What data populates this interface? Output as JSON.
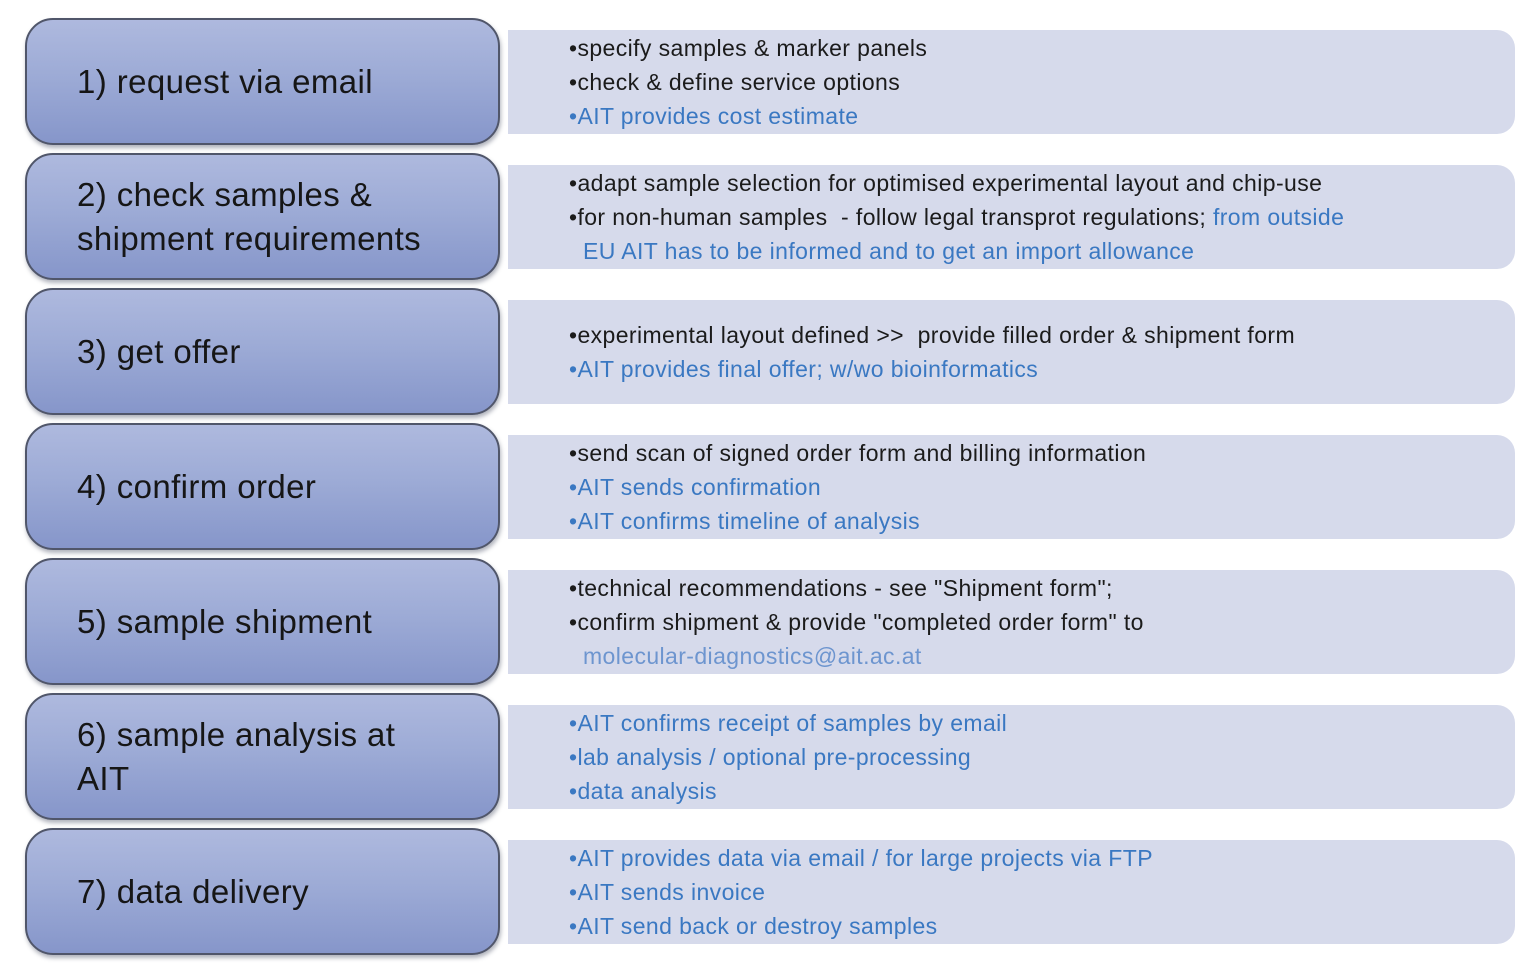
{
  "colors": {
    "background": "#ffffff",
    "box_gradient_top": "#aeb9de",
    "box_gradient_bottom": "#8696ca",
    "box_border": "#50566a",
    "panel_background": "#d6daeb",
    "text_black": "#1b1b1b",
    "text_blue": "#3a78c2",
    "text_email_blue": "#6d95cf"
  },
  "steps": [
    {
      "label": "1) request via email",
      "items": [
        {
          "runs": [
            {
              "t": "•specify samples & marker panels",
              "c": "k"
            }
          ]
        },
        {
          "runs": [
            {
              "t": "•check & define service options",
              "c": "k"
            }
          ]
        },
        {
          "runs": [
            {
              "t": "•AIT provides cost estimate",
              "c": "b"
            }
          ]
        }
      ]
    },
    {
      "label": "2) check samples &\nshipment requirements",
      "items": [
        {
          "runs": [
            {
              "t": "•adapt sample selection for optimised experimental layout and chip-use",
              "c": "k"
            }
          ]
        },
        {
          "runs": [
            {
              "t": "•for non-human samples  - follow legal transprot regulations; ",
              "c": "k"
            },
            {
              "t": "from outside\nEU AIT has to be informed and to get an import allowance",
              "c": "b"
            }
          ]
        }
      ]
    },
    {
      "label": "3) get offer",
      "items": [
        {
          "runs": [
            {
              "t": "•experimental layout defined >>  provide filled order & shipment form",
              "c": "k"
            }
          ]
        },
        {
          "runs": [
            {
              "t": "•AIT provides final offer; w/wo bioinformatics",
              "c": "b"
            }
          ]
        }
      ]
    },
    {
      "label": "4) confirm order",
      "items": [
        {
          "runs": [
            {
              "t": "•send scan of signed order form and billing information",
              "c": "k"
            }
          ]
        },
        {
          "runs": [
            {
              "t": "•AIT sends confirmation",
              "c": "b"
            }
          ]
        },
        {
          "runs": [
            {
              "t": "•AIT confirms timeline of analysis",
              "c": "b"
            }
          ]
        }
      ]
    },
    {
      "label": "5) sample shipment",
      "items": [
        {
          "runs": [
            {
              "t": "•technical recommendations - see \"Shipment form\";",
              "c": "k"
            }
          ]
        },
        {
          "runs": [
            {
              "t": "•confirm shipment & provide \"completed order form\" to",
              "c": "k"
            },
            {
              "t": "\nmolecular-diagnostics@ait.ac.at",
              "c": "l"
            }
          ]
        }
      ]
    },
    {
      "label": "6) sample analysis at\nAIT",
      "items": [
        {
          "runs": [
            {
              "t": "•AIT confirms receipt of samples by email",
              "c": "b"
            }
          ]
        },
        {
          "runs": [
            {
              "t": "•lab analysis / optional pre-processing",
              "c": "b"
            }
          ]
        },
        {
          "runs": [
            {
              "t": "•data analysis",
              "c": "b"
            }
          ]
        }
      ]
    },
    {
      "label": "7) data delivery",
      "items": [
        {
          "runs": [
            {
              "t": "•AIT provides data via email / for large projects via FTP",
              "c": "b"
            }
          ]
        },
        {
          "runs": [
            {
              "t": "•AIT sends invoice",
              "c": "b"
            }
          ]
        },
        {
          "runs": [
            {
              "t": "•AIT send back or destroy samples",
              "c": "b"
            }
          ]
        }
      ]
    }
  ]
}
